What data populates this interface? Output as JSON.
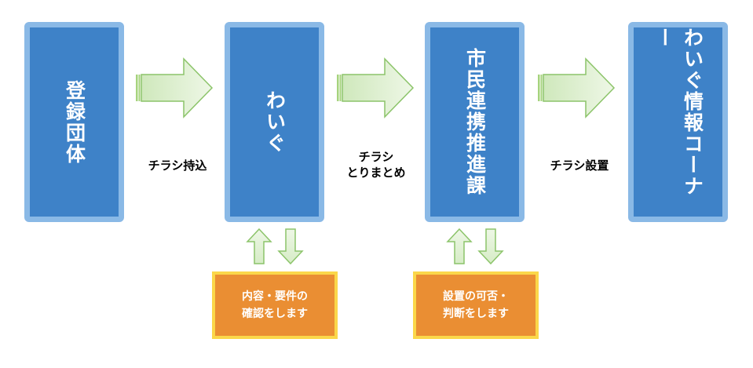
{
  "boxes": [
    {
      "label": "登録団体"
    },
    {
      "label": "わいぐ"
    },
    {
      "label": "市民連携推進課"
    },
    {
      "label": "わいぐ情報コーナー"
    }
  ],
  "arrow_labels": [
    {
      "line1": "チラシ持込"
    },
    {
      "line1": "チラシ",
      "line2": "とりまとめ"
    },
    {
      "line1": "チラシ設置"
    }
  ],
  "notes": [
    {
      "line1": "内容・要件の",
      "line2": "確認をします"
    },
    {
      "line1": "設置の可否・",
      "line2": "判断をします"
    }
  ],
  "colors": {
    "box_fill": "#3e82c8",
    "box_border": "#8ab9e6",
    "arrow_fill": "#e3f1d8",
    "arrow_stroke": "#8cc46a",
    "note_fill": "#ea8e33",
    "note_border": "#fbd74a"
  }
}
